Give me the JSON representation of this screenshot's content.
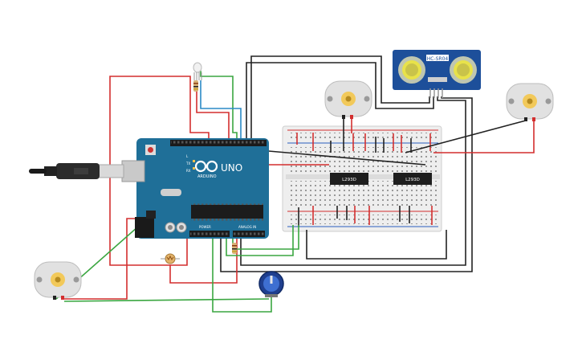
{
  "arduino": {
    "logo": "UNO",
    "brand": "ARDUINO",
    "power_label": "POWER",
    "analog_label": "ANALOG IN",
    "tx_label": "TX",
    "rx_label": "RX",
    "l_label": "L",
    "colors": {
      "board": "#1f6f98",
      "header": "#1b1b1b",
      "chip": "#1c1c1c"
    }
  },
  "sensor": {
    "label": "HC-SR04",
    "color": "#1d4f9a"
  },
  "driver_chips": [
    {
      "label": "L293D"
    },
    {
      "label": "L293D"
    }
  ],
  "wire_colors": {
    "red": "#d32f2f",
    "black": "#222222",
    "green": "#3aa640",
    "blue": "#2b8ac6"
  },
  "icons": {
    "motor": "dc-motor-icon",
    "potentiometer": "potentiometer-icon",
    "photoresistor": "photoresistor-icon",
    "led": "rgb-led-icon",
    "usb": "usb-cable-icon"
  }
}
